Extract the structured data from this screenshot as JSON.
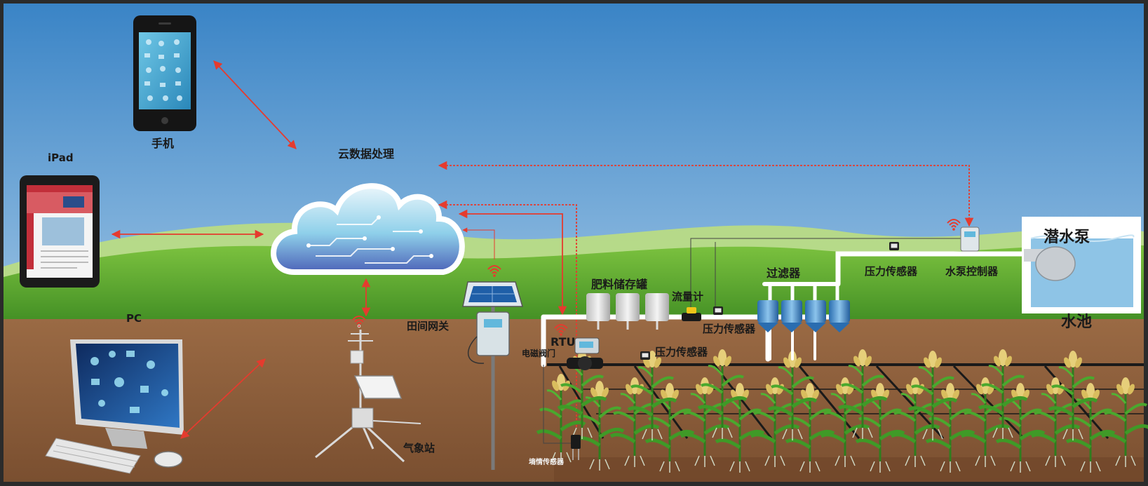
{
  "labels": {
    "phone": "手机",
    "ipad": "iPad",
    "pc": "PC",
    "cloud": "云数据处理",
    "gateway": "田间网关",
    "weather_station": "气象站",
    "rtu": "RTU",
    "solenoid_valve": "电磁阀门",
    "fertilizer_tanks": "肥料储存罐",
    "flow_meter": "流量计",
    "pressure_sensor_mid": "压力传感器",
    "pressure_sensor_low": "压力传感器",
    "filter": "过滤器",
    "pressure_sensor_top": "压力传感器",
    "pump_controller": "水泵控制器",
    "submersible_pump": "潜水泵",
    "pool": "水池",
    "soil_sensor": "墒情传感器"
  },
  "colors": {
    "sky_top": "#3b86c8",
    "sky_bottom": "#d8e8ef",
    "grass": "#4f9d2a",
    "soil": "#8f5f3c",
    "arrow": "#e53b2e",
    "pipe": "#ffffff",
    "water": "#7fb8dc"
  },
  "icons": {
    "phone": "smartphone-icon",
    "ipad": "tablet-icon",
    "pc": "desktop-computer-icon",
    "cloud": "cloud-icon",
    "wifi": "wireless-signal-icon",
    "solar": "solar-panel-icon"
  }
}
